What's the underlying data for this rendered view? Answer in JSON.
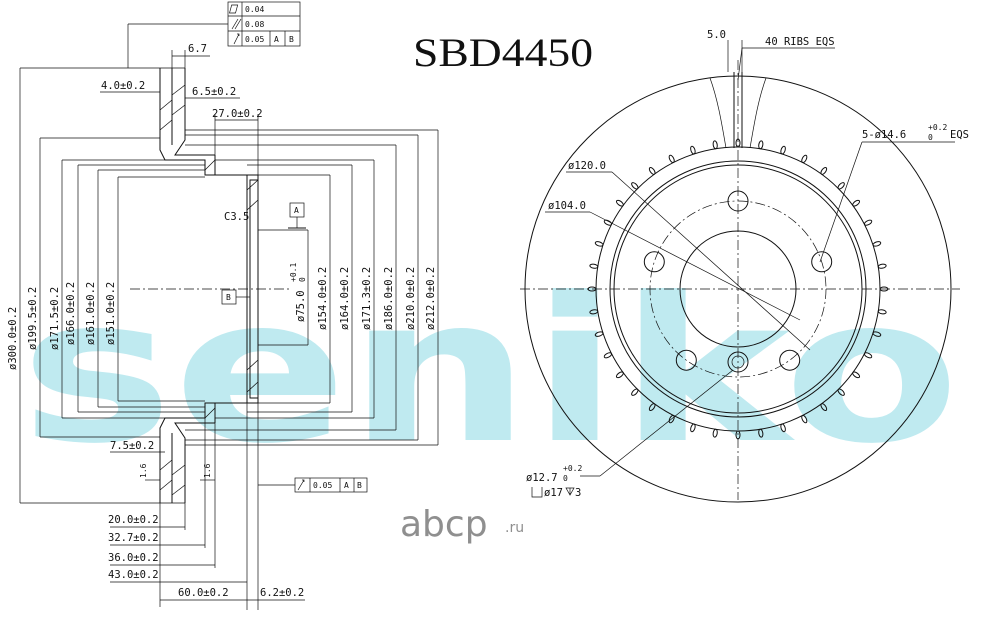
{
  "part_number": "SBD4450",
  "watermark": "seniko",
  "shop_logo": {
    "name": "abcp",
    "suffix": ".ru"
  },
  "tolerances": {
    "flatness": "0.04",
    "parallelism": "0.08",
    "runout": "0.05",
    "datum_a": "A",
    "datum_b": "B"
  },
  "datums": {
    "a": "A",
    "b": "B"
  },
  "runout_callout": {
    "value": "0.05",
    "datum_a": "A",
    "datum_b": "B"
  },
  "section_dims": {
    "top_6_7": "6.7",
    "d_4_0": "4.0±0.2",
    "d_6_5": "6.5±0.2",
    "d_27_0": "27.0±0.2",
    "chamfer": "C3.5",
    "d_7_5": "7.5±0.2",
    "d_1_6a": "1.6",
    "d_1_6b": "1.6",
    "d_20_0": "20.0±0.2",
    "d_32_7": "32.7±0.2",
    "d_36_0": "36.0±0.2",
    "d_43_0": "43.0±0.2",
    "d_60_0": "60.0±0.2",
    "d_6_2": "6.2±0.2"
  },
  "left_diameters": [
    "ø300.0±0.2",
    "ø199.5±0.2",
    "ø171.5±0.2",
    "ø166.0±0.2",
    "ø161.0±0.2",
    "ø151.0±0.2"
  ],
  "right_diameters": [
    "ø75.0",
    "ø154.0±0.2",
    "ø164.0±0.2",
    "ø171.3±0.2",
    "ø186.0±0.2",
    "ø210.0±0.2",
    "ø212.0±0.2"
  ],
  "bore_tol": {
    "upper": "+0.1",
    "lower": "0"
  },
  "front_view": {
    "rib_width": "5.0",
    "ribs": "40 RIBS EQS",
    "bolt_holes": "5-ø14.6",
    "bolt_tol_upper": "+0.2",
    "bolt_tol_lower": "0",
    "bolt_suffix": "EQS",
    "pcd": "ø120.0",
    "center_bore": "ø104.0",
    "small_hole": "ø12.7",
    "small_tol_upper": "+0.2",
    "small_tol_lower": "0",
    "counterbore": "ø17",
    "counterbore_depth": "3"
  }
}
